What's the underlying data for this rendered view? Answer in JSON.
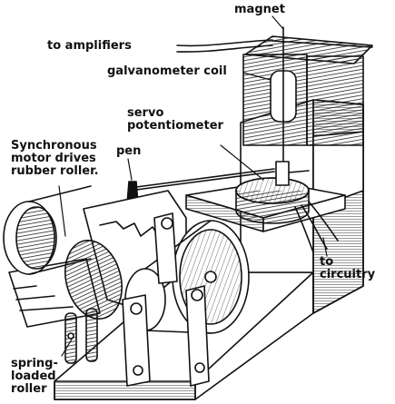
{
  "labels": {
    "magnet": "magnet",
    "amplifiers": "to amplifiers",
    "galvanometer": "galvanometer coil",
    "servo": [
      "servo",
      "potentiometer"
    ],
    "synchronous": [
      "Synchronous",
      "motor drives",
      "rubber roller."
    ],
    "pen": "pen",
    "circuitry": [
      "to",
      "circuitry"
    ],
    "spring": [
      "spring-",
      "loaded",
      "roller"
    ]
  },
  "colors": {
    "ink": "#111111",
    "paper": "#ffffff",
    "hatch": "#333333"
  }
}
